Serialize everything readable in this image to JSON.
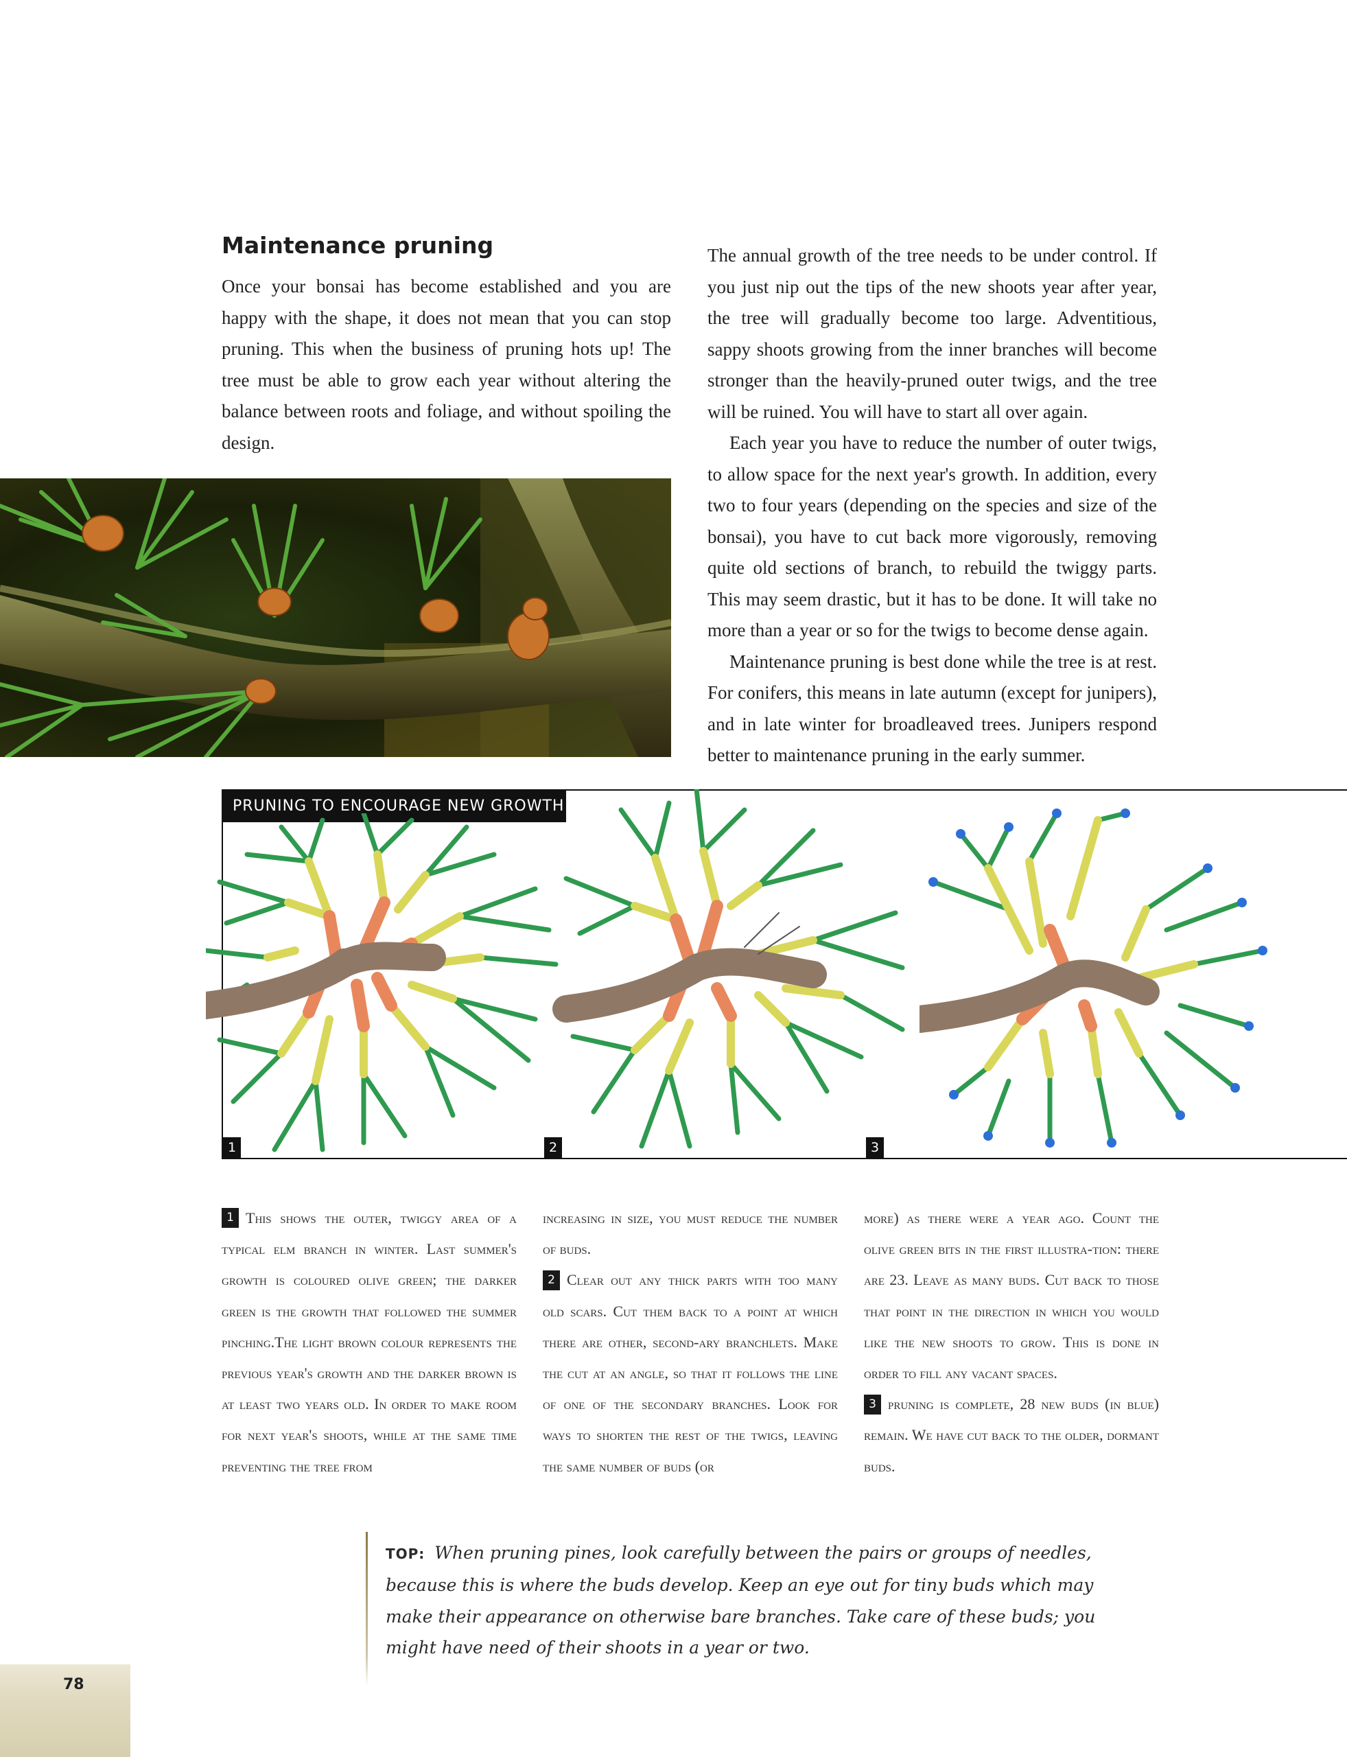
{
  "heading": "Maintenance pruning",
  "intro": "Once your bonsai has become established and you are happy with the shape, it does not mean that you can stop pruning. This when the business of pruning hots up! The tree must be able to grow each year without altering the balance between roots and foliage, and without spoiling the design.",
  "right_paragraphs": [
    "The annual growth of the tree needs to be under control. If you just nip out the tips of the new shoots year after year, the tree will gradually become too large. Adventitious, sappy shoots growing from the inner branches will become stronger than the heavily-pruned outer twigs, and the tree will be ruined. You will have to start all over again.",
    "Each year you have to reduce the number of outer twigs, to allow space for the next year's growth. In addition, every two to four years (depending on the species and size of the bonsai), you have to cut back more vigorously, removing quite old sections of branch, to rebuild the twiggy parts. This may seem drastic, but it has to be done. It will take no more than a year or so for the twigs to become dense again.",
    "Maintenance pruning is best done while the tree is at rest. For conifers, this means in late autumn (except for junipers), and in late winter for broadleaved trees. Junipers respond better to maintenance pruning in the early summer."
  ],
  "illustration": {
    "title": "PRUNING TO ENCOURAGE NEW GROWTH",
    "panels": [
      "1",
      "2",
      "3"
    ]
  },
  "captions": {
    "step1_num": "1",
    "step1_text": "This shows the outer, twiggy area of a typical elm branch in winter. Last summer's growth is coloured olive green; the darker green is the growth that followed the summer pinching.The light brown colour represents the previous year's growth and the darker brown is at least two years old. In order to make room for next year's shoots, while at the same time preventing the tree from",
    "step1_cont": "increasing in size, you must reduce the number of buds.",
    "step2_num": "2",
    "step2_text": "Clear out any thick parts with too many old scars. Cut them back to a point at which there are other, second-ary branchlets. Make the cut at an angle, so that it follows the line of one of the secondary branches. Look for ways to shorten the rest of the twigs, leaving the same number of buds (or",
    "step2_cont": "more) as there were a year ago. Count the olive green bits in the first illustra-tion: there are 23. Leave as many buds. Cut back to those that point in the direction in which you would like the new shoots to grow. This is done in order to fill any vacant spaces.",
    "step3_num": "3",
    "step3_text": "pruning is complete, 28 new buds (in blue) remain. We have cut back to the older, dormant buds."
  },
  "tip": {
    "label": "TOP:",
    "text": "When pruning pines, look carefully between the pairs or groups of needles, because this is where the buds develop. Keep an eye out for tiny buds which may make their appearance on otherwise bare branches. Take care of these buds; you might have need of their shoots in a year or two."
  },
  "page_number": "78",
  "colors": {
    "old_wood": "#8f7866",
    "previous_year": "#e8875c",
    "olive_growth": "#d8d75a",
    "summer_growth": "#2f9a4f",
    "buds": "#2c6fd6"
  }
}
